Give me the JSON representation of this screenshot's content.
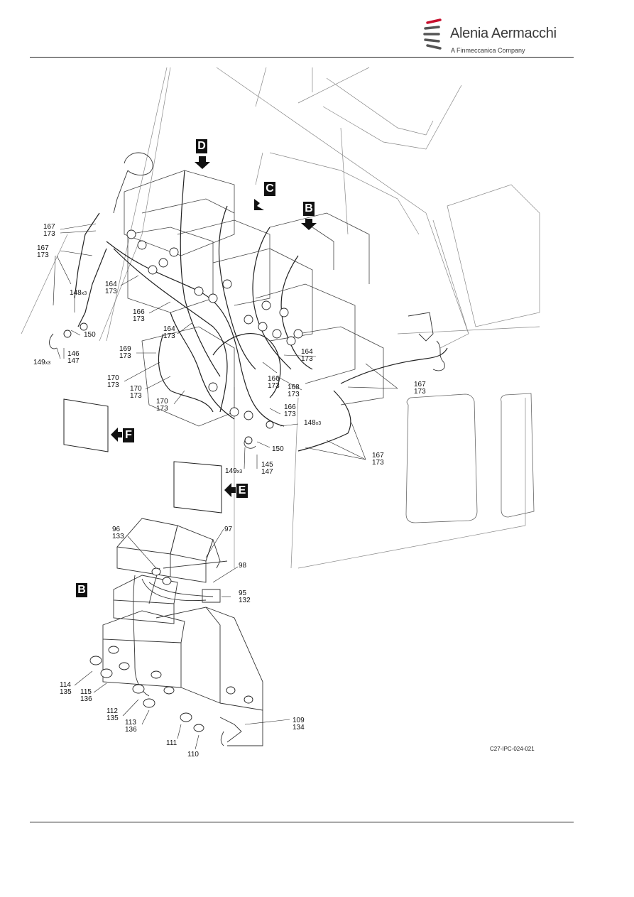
{
  "header": {
    "brand_name": "Alenia Aermacchi",
    "brand_tagline": "A Finmeccanica Company"
  },
  "figure_code": "C27-IPC-024-021",
  "view_markers": [
    {
      "id": "D",
      "text": "D"
    },
    {
      "id": "C",
      "text": "C"
    },
    {
      "id": "B-top",
      "text": "B"
    },
    {
      "id": "F",
      "text": "F"
    },
    {
      "id": "E",
      "text": "E"
    },
    {
      "id": "B-detail",
      "text": "B"
    }
  ],
  "callouts": [
    {
      "id": "c1",
      "lines": [
        "167",
        "173"
      ]
    },
    {
      "id": "c2",
      "lines": [
        "167",
        "173"
      ]
    },
    {
      "id": "c3",
      "lines": [
        "148"
      ],
      "suffix": "x3"
    },
    {
      "id": "c4",
      "lines": [
        "150"
      ]
    },
    {
      "id": "c5",
      "lines": [
        "149"
      ],
      "suffix": "x3"
    },
    {
      "id": "c6",
      "lines": [
        "146",
        "147"
      ]
    },
    {
      "id": "c7",
      "lines": [
        "164",
        "173"
      ]
    },
    {
      "id": "c8",
      "lines": [
        "166",
        "173"
      ]
    },
    {
      "id": "c9",
      "lines": [
        "164",
        "173"
      ]
    },
    {
      "id": "c10",
      "lines": [
        "169",
        "173"
      ]
    },
    {
      "id": "c11",
      "lines": [
        "170",
        "173"
      ]
    },
    {
      "id": "c12",
      "lines": [
        "170",
        "173"
      ]
    },
    {
      "id": "c13",
      "lines": [
        "170",
        "173"
      ]
    },
    {
      "id": "c14",
      "lines": [
        "166",
        "173"
      ]
    },
    {
      "id": "c15",
      "lines": [
        "168",
        "173"
      ]
    },
    {
      "id": "c16",
      "lines": [
        "166",
        "173"
      ]
    },
    {
      "id": "c17",
      "lines": [
        "164",
        "173"
      ]
    },
    {
      "id": "c18",
      "lines": [
        "148"
      ],
      "suffix": "x3"
    },
    {
      "id": "c19",
      "lines": [
        "150"
      ]
    },
    {
      "id": "c20",
      "lines": [
        "149"
      ],
      "suffix": "x3"
    },
    {
      "id": "c21",
      "lines": [
        "145",
        "147"
      ]
    },
    {
      "id": "c22",
      "lines": [
        "167",
        "173"
      ]
    },
    {
      "id": "c23",
      "lines": [
        "167",
        "173"
      ]
    },
    {
      "id": "c24",
      "lines": [
        "96",
        "133"
      ]
    },
    {
      "id": "c25",
      "lines": [
        "97"
      ]
    },
    {
      "id": "c26",
      "lines": [
        "98"
      ]
    },
    {
      "id": "c27",
      "lines": [
        "95",
        "132"
      ]
    },
    {
      "id": "c28",
      "lines": [
        "114",
        "135"
      ]
    },
    {
      "id": "c29",
      "lines": [
        "115",
        "136"
      ]
    },
    {
      "id": "c30",
      "lines": [
        "112",
        "135"
      ]
    },
    {
      "id": "c31",
      "lines": [
        "113",
        "136"
      ]
    },
    {
      "id": "c32",
      "lines": [
        "111"
      ]
    },
    {
      "id": "c33",
      "lines": [
        "110"
      ]
    },
    {
      "id": "c34",
      "lines": [
        "109",
        "134"
      ]
    }
  ]
}
